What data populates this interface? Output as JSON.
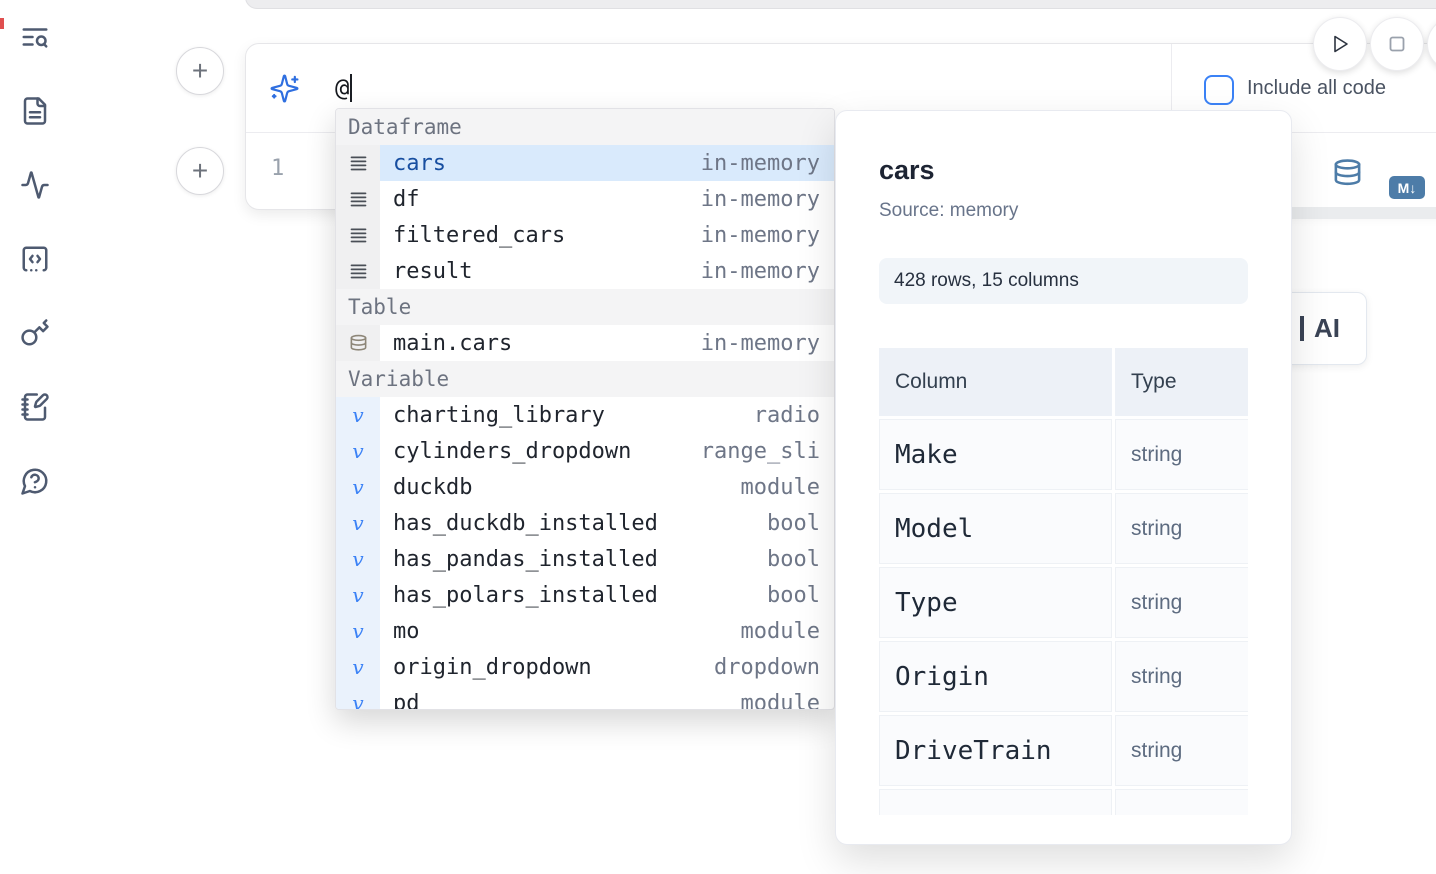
{
  "colors": {
    "accent_blue": "#3b82f6",
    "steel_blue": "#4d7ca8",
    "selection_bg": "#d9eafc",
    "selected_text": "#174ea0"
  },
  "sidebar": {
    "items": [
      {
        "name": "search",
        "icon": "text-search-icon"
      },
      {
        "name": "files",
        "icon": "file-text-icon"
      },
      {
        "name": "activity",
        "icon": "activity-icon"
      },
      {
        "name": "snippets",
        "icon": "square-code-icon"
      },
      {
        "name": "secrets",
        "icon": "key-icon"
      },
      {
        "name": "scratchpad",
        "icon": "notebook-pen-icon"
      },
      {
        "name": "help",
        "icon": "help-circle-icon"
      }
    ]
  },
  "run_controls": {
    "buttons": [
      {
        "icon": "play-icon"
      },
      {
        "icon": "stop-icon"
      },
      {
        "icon": "partial-hidden-button"
      }
    ]
  },
  "cell": {
    "ai_prompt": {
      "icon": "sparkles-icon",
      "value": "@"
    },
    "include_all_code": {
      "label": "Include all code",
      "checked": false
    },
    "editor": {
      "line_number": "1"
    },
    "actions": {
      "datasource_icon": "database-icon",
      "markdown_badge": "M↓"
    }
  },
  "autocomplete": {
    "sections": [
      {
        "label": "Dataframe",
        "kind": "dataframe",
        "items": [
          {
            "name": "cars",
            "type": "in-memory",
            "selected": true
          },
          {
            "name": "df",
            "type": "in-memory"
          },
          {
            "name": "filtered_cars",
            "type": "in-memory"
          },
          {
            "name": "result",
            "type": "in-memory"
          }
        ]
      },
      {
        "label": "Table",
        "kind": "table",
        "items": [
          {
            "name": "main.cars",
            "type": "in-memory"
          }
        ]
      },
      {
        "label": "Variable",
        "kind": "variable",
        "items": [
          {
            "name": "charting_library",
            "type": "radio"
          },
          {
            "name": "cylinders_dropdown",
            "type": "range_sli"
          },
          {
            "name": "duckdb",
            "type": "module"
          },
          {
            "name": "has_duckdb_installed",
            "type": "bool"
          },
          {
            "name": "has_pandas_installed",
            "type": "bool"
          },
          {
            "name": "has_polars_installed",
            "type": "bool"
          },
          {
            "name": "mo",
            "type": "module"
          },
          {
            "name": "origin_dropdown",
            "type": "dropdown"
          },
          {
            "name": "pd",
            "type": "module",
            "partial": true
          }
        ]
      }
    ]
  },
  "preview": {
    "title": "cars",
    "source": "Source: memory",
    "shape_badge": "428 rows, 15 columns",
    "table": {
      "headers": [
        "Column",
        "Type"
      ],
      "rows": [
        [
          "Make",
          "string"
        ],
        [
          "Model",
          "string"
        ],
        [
          "Type",
          "string"
        ],
        [
          "Origin",
          "string"
        ],
        [
          "DriveTrain",
          "string"
        ]
      ]
    }
  },
  "ai_button": {
    "visible_label": "AI"
  }
}
